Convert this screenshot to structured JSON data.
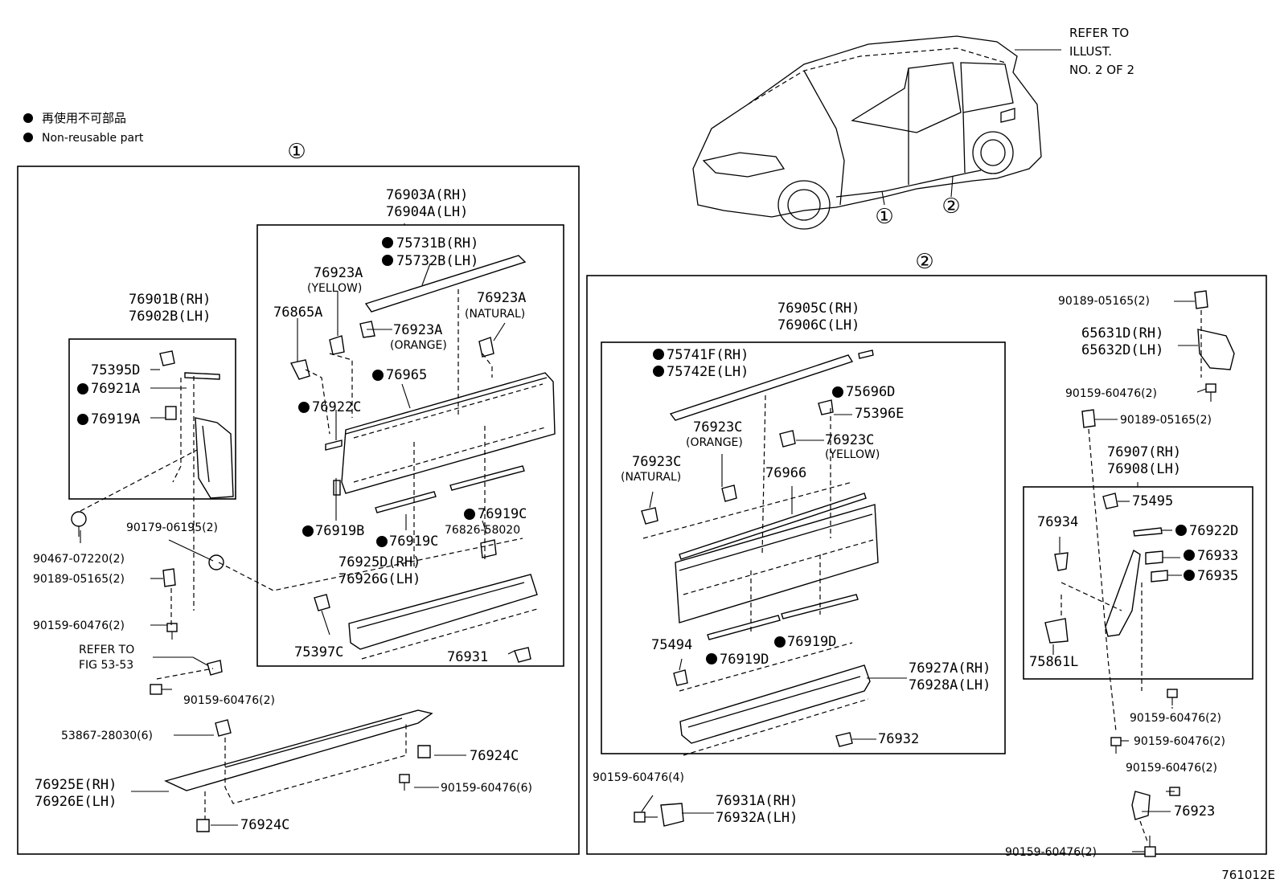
{
  "legend": {
    "jp": "再使用不可部品",
    "en": "Non-reusable part"
  },
  "refer_illust": [
    "REFER TO",
    "ILLUST.",
    "NO. 2 OF 2"
  ],
  "section_markers": {
    "one": "①",
    "two": "②"
  },
  "figure_id": "761012E",
  "labels": {
    "p76903A": "76903A(RH)",
    "p76904A": "76904A(LH)",
    "p75731B": "75731B(RH)",
    "p75732B": "75732B(LH)",
    "p76923A_y": "76923A",
    "yellow": "(YELLOW)",
    "p76865A": "76865A",
    "p76923A_o": "76923A",
    "orange": "(ORANGE)",
    "p76923A_n": "76923A",
    "natural": "(NATURAL)",
    "p76965": "76965",
    "p76922C": "76922C",
    "p76901B": "76901B(RH)",
    "p76902B": "76902B(LH)",
    "p75395D": "75395D",
    "p76921A": "76921A",
    "p76919A": "76919A",
    "p90467": "90467-07220(2)",
    "p90179": "90179-06195(2)",
    "p90189_l": "90189-05165(2)",
    "p90159_l1": "90159-60476(2)",
    "refer_fig1": "REFER TO",
    "refer_fig2": "FIG 53-53",
    "p90159_l2": "90159-60476(2)",
    "p76919B": "76919B",
    "p76919C_a": "76919C",
    "p76919C_b": "76919C",
    "p76826": "76826-58020",
    "p76925D": "76925D(RH)",
    "p76926G": "76926G(LH)",
    "p75397C": "75397C",
    "p76931": "76931",
    "p53867": "53867-28030(6)",
    "p76924C_a": "76924C",
    "p76925E": "76925E(RH)",
    "p76926E": "76926E(LH)",
    "p90159_6": "90159-60476(6)",
    "p76924C_b": "76924C",
    "p76905C": "76905C(RH)",
    "p76906C": "76906C(LH)",
    "p75741F": "75741F(RH)",
    "p75742E": "75742E(LH)",
    "p75696D": "75696D",
    "p75396E": "75396E",
    "p76923C_o": "76923C",
    "orange2": "(ORANGE)",
    "p76923C_y": "76923C",
    "yellow2": "(YELLOW)",
    "p76923C_n": "76923C",
    "natural2": "(NATURAL)",
    "p76966": "76966",
    "p75494": "75494",
    "p76919D_a": "76919D",
    "p76919D_b": "76919D",
    "p76927A": "76927A(RH)",
    "p76928A": "76928A(LH)",
    "p76932": "76932",
    "p90159_4": "90159-60476(4)",
    "p76931A": "76931A(RH)",
    "p76932A": "76932A(LH)",
    "p90189_r1": "90189-05165(2)",
    "p65631D": "65631D(RH)",
    "p65632D": "65632D(LH)",
    "p90159_r1": "90159-60476(2)",
    "p90189_r2": "90189-05165(2)",
    "p76907": "76907(RH)",
    "p76908": "76908(LH)",
    "p75495": "75495",
    "p76934": "76934",
    "p76922D": "76922D",
    "p76933": "76933",
    "p76935": "76935",
    "p75861L": "75861L",
    "p90159_r2": "90159-60476(2)",
    "p90159_r3": "90159-60476(2)",
    "p90159_r4": "90159-60476(2)",
    "p76923": "76923",
    "p90159_r5": "90159-60476(2)"
  }
}
